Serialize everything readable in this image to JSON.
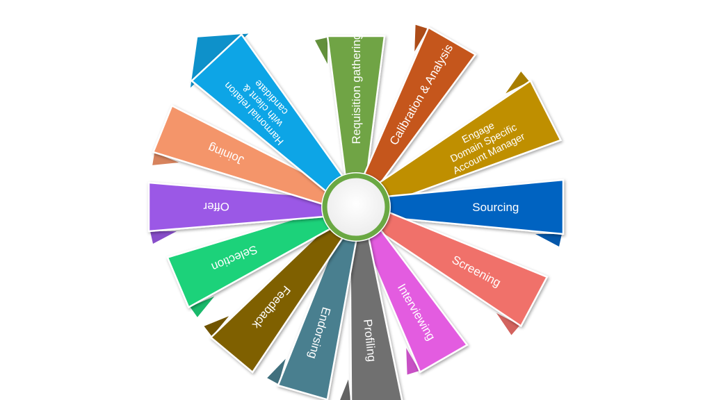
{
  "diagram": {
    "center": {
      "label": ""
    },
    "spokes": [
      {
        "id": "requisition",
        "lines": [
          "Requisition gathering"
        ],
        "color": "#70a444"
      },
      {
        "id": "calibration",
        "lines": [
          "Calibration & Analysis"
        ],
        "color": "#c5561b"
      },
      {
        "id": "engage",
        "lines": [
          "Engage",
          "Domain Specific",
          "Account Manager"
        ],
        "color": "#bf8f00"
      },
      {
        "id": "sourcing",
        "lines": [
          "Sourcing"
        ],
        "color": "#0563c1"
      },
      {
        "id": "screening",
        "lines": [
          "Screening"
        ],
        "color": "#f0716b"
      },
      {
        "id": "interviewing",
        "lines": [
          "Interviewing"
        ],
        "color": "#e35be0"
      },
      {
        "id": "profiling",
        "lines": [
          "Profiling"
        ],
        "color": "#6f6f6f"
      },
      {
        "id": "endorsing",
        "lines": [
          "Endorsing"
        ],
        "color": "#497f8f"
      },
      {
        "id": "feedback",
        "lines": [
          "Feedback"
        ],
        "color": "#7f6000"
      },
      {
        "id": "selection",
        "lines": [
          "Selection"
        ],
        "color": "#1dd27a"
      },
      {
        "id": "offer",
        "lines": [
          "Offer"
        ],
        "color": "#9b59e6"
      },
      {
        "id": "joining",
        "lines": [
          "Joining"
        ],
        "color": "#f4956a"
      },
      {
        "id": "harmonial",
        "lines": [
          "Harmonial relation",
          "with client &",
          "candidate"
        ],
        "color": "#10a5e6"
      }
    ]
  }
}
